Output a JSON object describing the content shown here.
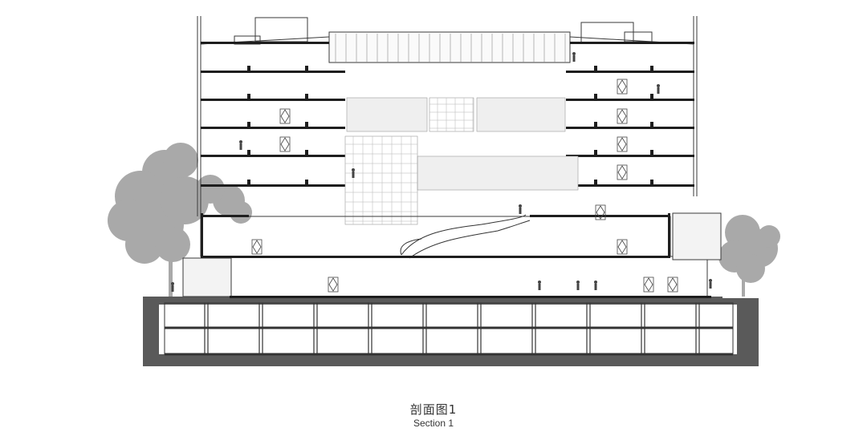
{
  "drawing": {
    "subject": "building-section",
    "colors": {
      "line": "#3a3a3a",
      "slab": "#1e1e1e",
      "ground": "#5a5a5a",
      "tree": "#a7a7a7",
      "glass": "#eeeeee"
    }
  },
  "caption": {
    "title_zh": "剖面图1",
    "title_en": "Section 1"
  }
}
